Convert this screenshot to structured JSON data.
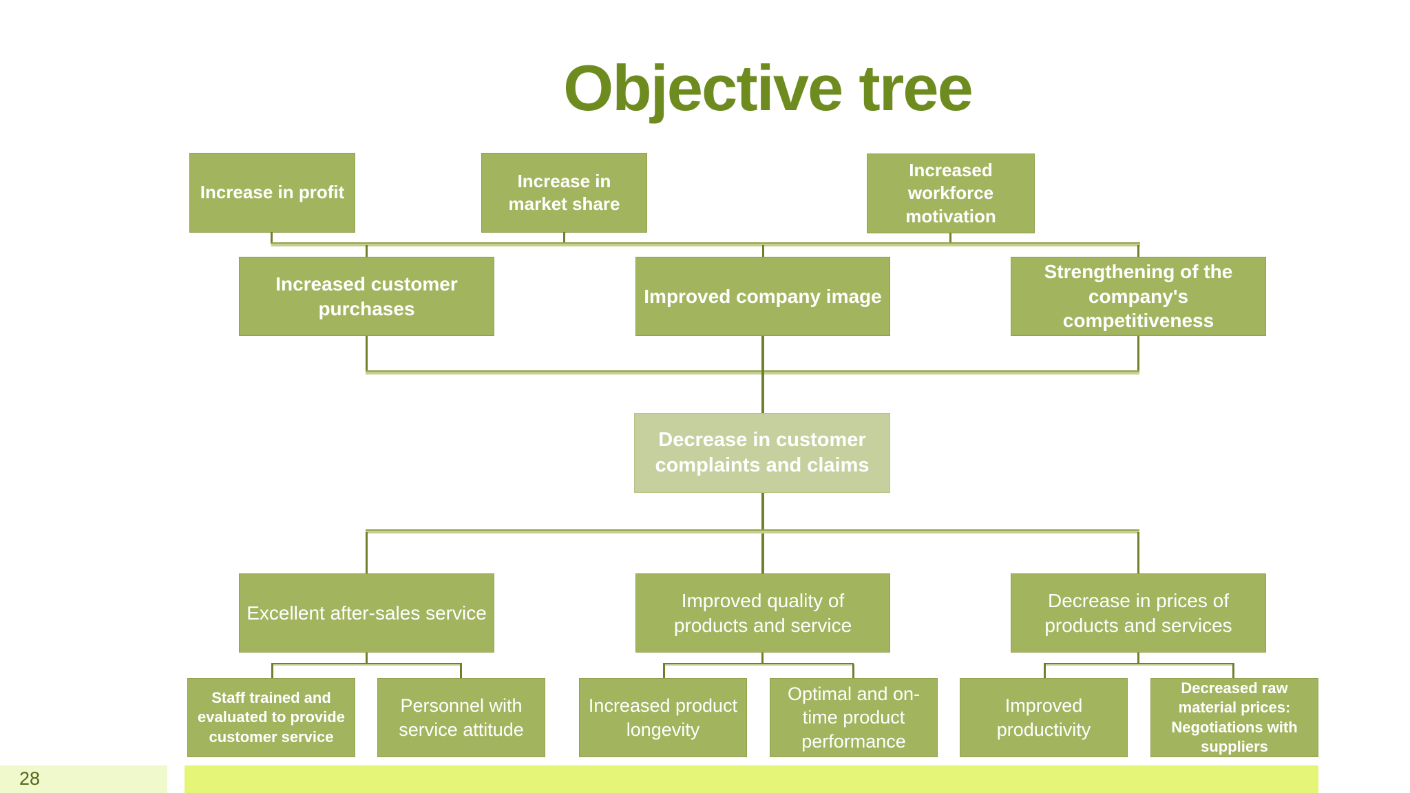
{
  "slide": {
    "title": "Objective tree",
    "page_number": "28",
    "colors": {
      "title_text": "#6e8b1f",
      "node_fill": "#a3b45f",
      "node_fill_light": "#c6cf9e",
      "node_text": "#ffffff",
      "connector_dark": "#6f8028",
      "connector_light": "#c3d08f",
      "footer_bar": "#e4f577",
      "footer_strip": "#eff9cc",
      "page_number_text": "#55661c"
    },
    "tree": {
      "level1": [
        "Increase in profit",
        "Increase in market share",
        "Increased workforce motivation"
      ],
      "level2": [
        "Increased customer purchases",
        "Improved company image",
        "Strengthening of the company's competitiveness"
      ],
      "level3": [
        "Decrease in customer complaints and claims"
      ],
      "level4": [
        "Excellent after-sales service",
        "Improved quality of products and service",
        "Decrease in prices of products and services"
      ],
      "level5": [
        "Staff trained and evaluated to provide customer service",
        "Personnel with service attitude",
        "Increased product longevity",
        "Optimal and on-time product performance",
        "Improved productivity",
        "Decreased raw material prices: Negotiations with suppliers"
      ]
    }
  }
}
